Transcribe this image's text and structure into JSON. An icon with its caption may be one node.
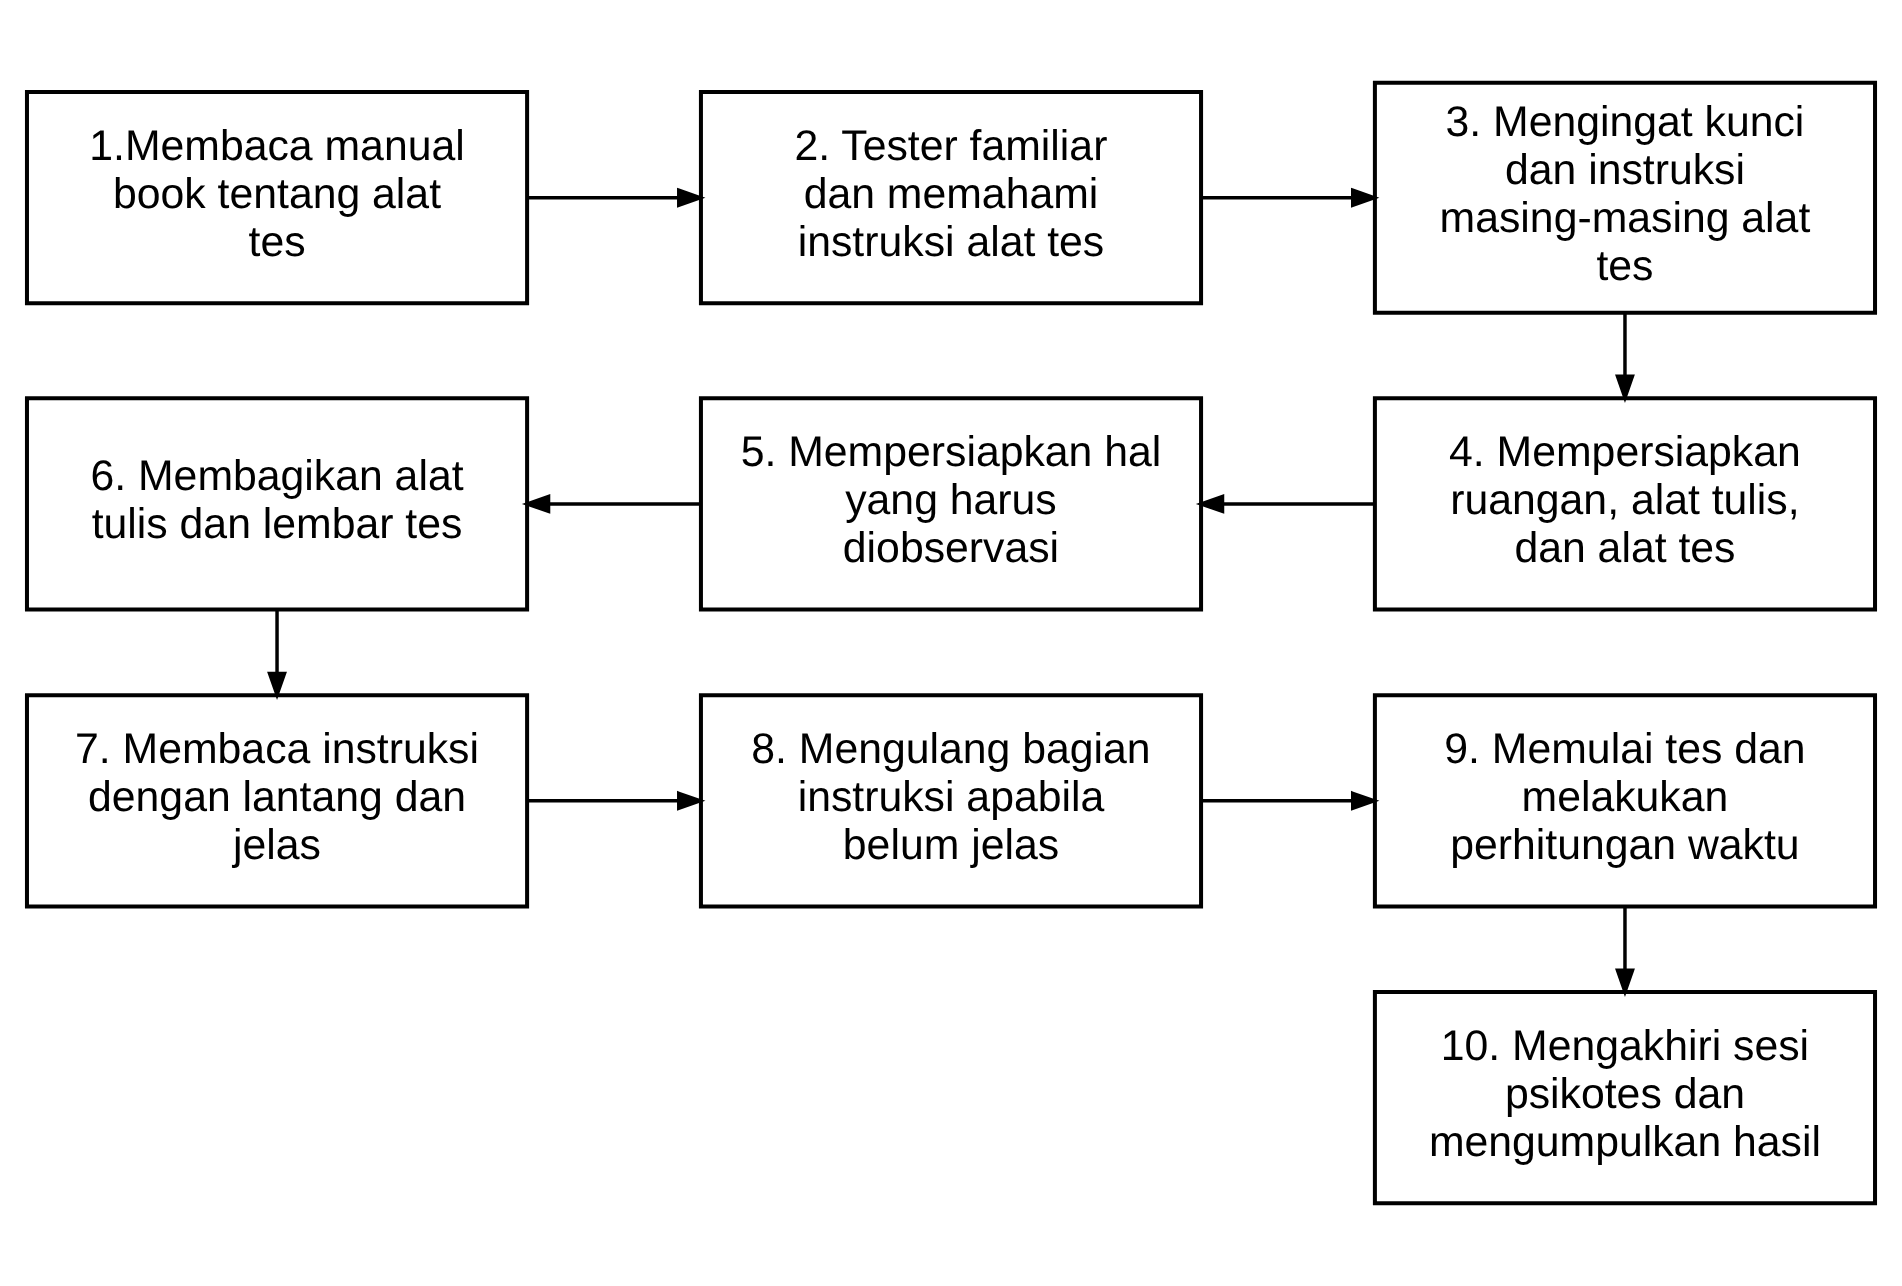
{
  "diagram": {
    "nodes": [
      {
        "text": [
          "1.Membaca manual book tentang alat tes"
        ]
      },
      {
        "text": [
          "2. Tester familiar dan memahami instruksi alat tes"
        ]
      },
      {
        "text": [
          "3. Mengingat kunci dan instruksi masing-masing alat tes"
        ]
      },
      {
        "text": [
          "4. Mempersiapkan ruangan, alat tulis, dan alat tes"
        ]
      },
      {
        "text": [
          "5. Mempersiapkan hal yang harus diobservasi"
        ]
      },
      {
        "text": [
          "6. Membagikan alat tulis dan lembar tes"
        ]
      },
      {
        "text": [
          "7. Membaca instruksi dengan lantang dan jelas"
        ]
      },
      {
        "text": [
          "8. Mengulang bagian instruksi apabila belum jelas"
        ]
      },
      {
        "text": [
          "9. Memulai tes dan melakukan perhitungan waktu"
        ]
      },
      {
        "text": [
          "10. Mengakhiri sesi psikotes dan mengumpulkan hasil"
        ]
      }
    ],
    "edges": [
      {
        "from": 0,
        "to": 1,
        "arrow": "to"
      },
      {
        "from": 1,
        "to": 2,
        "arrow": "to"
      },
      {
        "from": 2,
        "to": 3,
        "arrow": "to"
      },
      {
        "from": 3,
        "to": 4,
        "arrow": "to"
      },
      {
        "from": 4,
        "to": 5,
        "arrow": "to"
      },
      {
        "from": 5,
        "to": 6,
        "arrow": "to"
      },
      {
        "from": 6,
        "to": 7,
        "arrow": "to"
      },
      {
        "from": 7,
        "to": 8,
        "arrow": "to"
      },
      {
        "from": 8,
        "to": 9,
        "arrow": "to"
      }
    ]
  }
}
